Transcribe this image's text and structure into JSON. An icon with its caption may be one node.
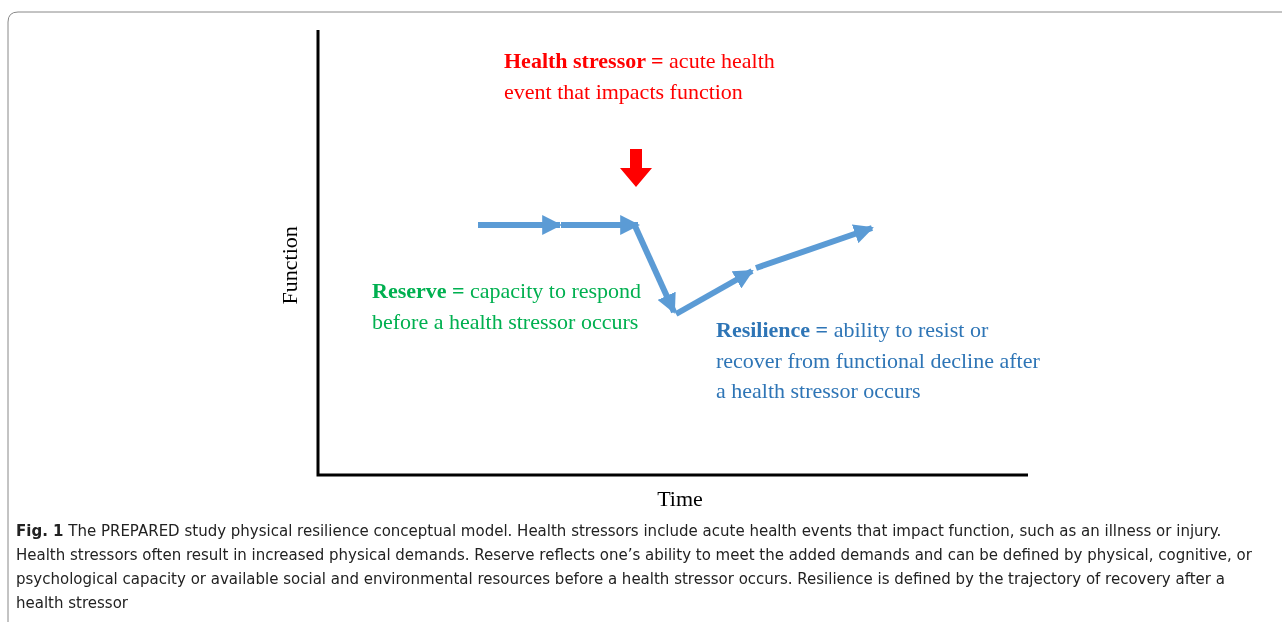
{
  "diagram": {
    "caption": "**Fig. 1** The PREPARED study physical resilience conceptual model. Health stressors include acute health events that impact function, such as an illness or injury. Health stressors often result in increased physical demands. Reserve reflects one’s ability to meet the added demands and can be defined by physical, cognitive, or psychological capacity or available social and environmental resources before a health stressor occurs. Resilience is defined by the trajectory of recovery after a health stressor",
    "labels": [
      "**Health stressor =** acute health event that impacts function",
      "**Reserve =** capacity to respond before a health stressor occurs",
      "**Resilience =** ability to resist or recover from functional decline after a health stressor occurs",
      "Function",
      "Time"
    ]
  }
}
